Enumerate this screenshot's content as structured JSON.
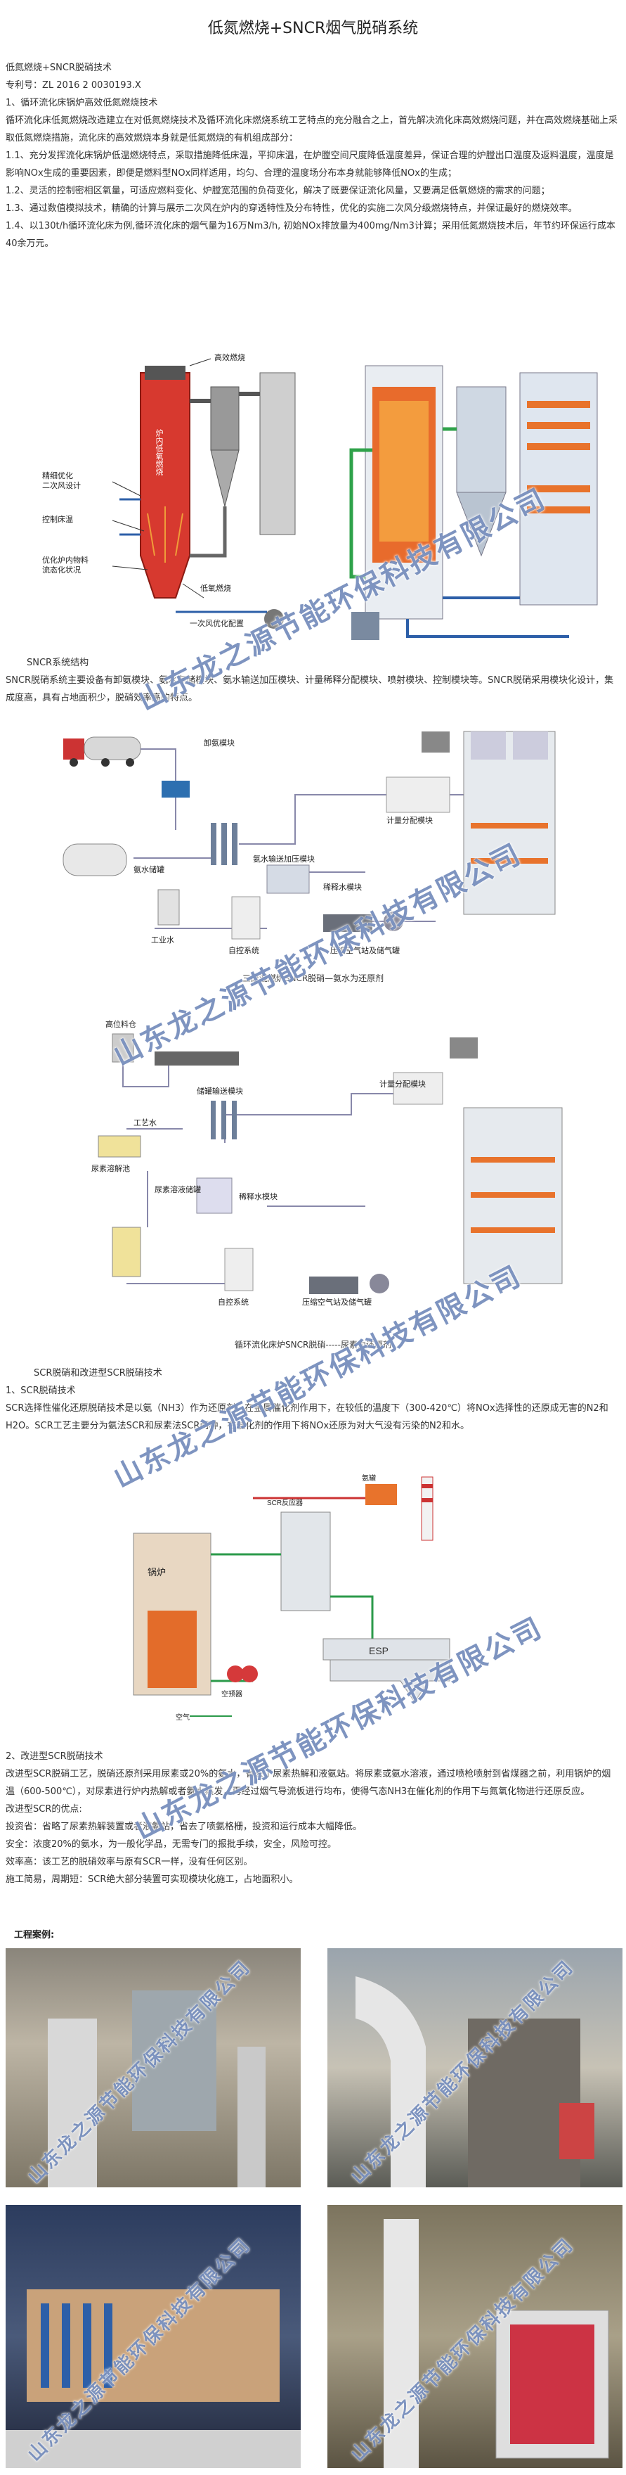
{
  "title": "低氮燃烧+SNCR烟气脱硝系统",
  "intro": {
    "line1": "低氮燃烧+SNCR脱硝技术",
    "line2": "专利号：ZL 2016 2 0030193.X",
    "line3": "1、循环流化床锅炉高效低氮燃烧技术",
    "para1": "循环流化床低氮燃烧改造建立在对低氮燃烧技术及循环流化床燃烧系统工艺特点的充分融合之上，首先解决流化床高效燃烧问题，并在高效燃烧基础上采取低氮燃烧措施，流化床的高效燃烧本身就是低氮燃烧的有机组成部分：",
    "item1": "1.1、充分发挥流化床锅炉低温燃烧特点，采取措施降低床温，平抑床温，在炉膛空间尺度降低温度差异，保证合理的炉膛出口温度及返料温度，温度是影响NOx生成的重要因素，即便是燃料型NOx同样适用，均匀、合理的温度场分布本身就能够降低NOx的生成；",
    "item2": "1.2、灵活的控制密相区氧量，可适应燃料变化、炉膛宽范围的负荷变化，解决了既要保证流化风量，又要满足低氧燃烧的需求的问题；",
    "item3": "1.3、通过数值模拟技术，精确的计算与展示二次风在炉内的穿透特性及分布特性，优化的实施二次风分级燃烧特点，并保证最好的燃烧效率。",
    "item4": "1.4、以130t/h循环流化床为例,循环流化床的烟气量为16万Nm3/h, 初始NOx排放量为400mg/Nm3计算；采用低氮燃烧技术后，年节约环保运行成本40余万元。"
  },
  "fig1": {
    "labels": {
      "top": "高效燃烧",
      "left1": "精细优化\n二次风设计",
      "left2": "控制床温",
      "left3": "优化炉内物料\n流态化状况",
      "mid": "炉内低氧燃烧",
      "right1": "低氧燃烧",
      "bottom": "一次风优化配置"
    }
  },
  "sncr_section": {
    "heading": "SNCR系统结构",
    "text": "SNCR脱硝系统主要设备有卸氨模块、氨水存储模块、氨水输送加压模块、计量稀释分配模块、喷射模块、控制模块等。SNCR脱硝采用模块化设计，集成度高，具有占地面积少，脱硝效率高的特点。"
  },
  "fig2": {
    "labels": {
      "unload": "卸氨模块",
      "storage": "氨水储罐",
      "pressurize": "氨水输送加压模块",
      "meter": "计量分配模块",
      "dilute": "稀释水模块",
      "industrial": "工业水",
      "control": "自控系统",
      "compressed": "压缩空气站及储气罐"
    },
    "caption": "三废混燃炉SNCR脱硝—氨水为还原剂"
  },
  "fig3": {
    "labels": {
      "feed": "高位料仓",
      "water": "工艺水",
      "dissolve": "尿素溶解池",
      "solution_tank": "尿素溶液储罐",
      "store_pump": "储罐输送模块",
      "dilute": "稀释水模块",
      "meter": "计量分配模块",
      "control": "自控系统",
      "compressed": "压缩空气站及储气罐"
    },
    "caption": "循环流化床炉SNCR脱硝-----尿素为还原剂"
  },
  "scr_section": {
    "heading": "SCR脱硝和改进型SCR脱硝技术",
    "sub1": "1、SCR脱硝技术",
    "text1": "SCR选择性催化还原脱硝技术是以氨（NH3）作为还原剂，在金属催化剂作用下，在较低的温度下（300-420℃）将NOx选择性的还原成无害的N2和H2O。SCR工艺主要分为氨法SCR和尿素法SCR两种，在催化剂的作用下将NOx还原为对大气没有污染的N2和水。"
  },
  "fig4": {
    "labels": {
      "boiler": "锅炉",
      "esp": "ESP",
      "air": "空气",
      "preheater": "空预器",
      "scr": "SCR反应器",
      "ammonia": "氨罐"
    }
  },
  "improved": {
    "sub2": "2、改进型SCR脱硝技术",
    "text2": "改进型SCR脱硝工艺，脱硝还原剂采用尿素或20%的氨水，省去了尿素热解和液氨站。将尿素或氨水溶液，通过喷枪喷射到省煤器之前，利用锅炉的烟温（600-500℃），对尿素进行炉内热解或者氨水蒸发，再经过烟气导流板进行均布，使得气态NH3在催化剂的作用下与氮氧化物进行还原反应。",
    "adv_title": "改进型SCR的优点:",
    "adv1": "投资省：省略了尿素热解装置或者液氨站，省去了喷氨格栅，投资和运行成本大幅降低。",
    "adv2": "安全：浓度20%的氨水，为一般化学品，无需专门的报批手续，安全，风险可控。",
    "adv3": "效率高：该工艺的脱硝效率与原有SCR一样，没有任何区别。",
    "adv4": "施工简易，周期短：SCR绝大部分装置可实现模块化施工，占地面积小。"
  },
  "cases": {
    "heading": "工程案例:"
  },
  "watermark": "山东龙之源节能环保科技有限公司"
}
